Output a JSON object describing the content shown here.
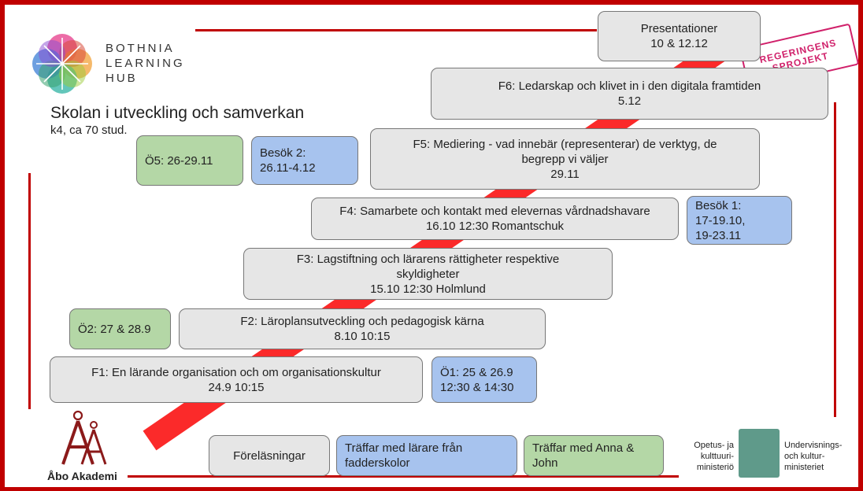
{
  "logo": {
    "lines": [
      "BOTHNIA",
      "LEARNING",
      "HUB"
    ]
  },
  "title": "Skolan i utveckling och samverkan",
  "subtitle": "k4, ca 70 stud.",
  "stamp": {
    "line1": "REGERINGENS",
    "line2": "SPROJEKT"
  },
  "sessions": {
    "presentationer": [
      "Presentationer",
      "10 & 12.12"
    ],
    "f6": [
      "F6: Ledarskap och klivet in i den digitala framtiden",
      "5.12"
    ],
    "f5": [
      "F5: Mediering - vad innebär (representerar) de verktyg, de",
      "begrepp vi väljer",
      "29.11"
    ],
    "f4": [
      "F4: Samarbete och kontakt med elevernas vårdnadshavare",
      "16.10 12:30 Romantschuk"
    ],
    "f3": [
      "F3: Lagstiftning och lärarens rättigheter respektive",
      "skyldigheter",
      "15.10 12:30 Holmlund"
    ],
    "f2": [
      "F2: Läroplansutveckling och pedagogisk kärna",
      "8.10 10:15"
    ],
    "f1": [
      "F1: En lärande organisation och om organisationskultur",
      "24.9 10:15"
    ]
  },
  "visits": {
    "besok2": [
      "Besök 2:",
      "26.11-4.12"
    ],
    "besok1": [
      "Besök 1:",
      "17-19.10,",
      "19-23.11"
    ],
    "o1": [
      "Ö1: 25 & 26.9",
      "12:30 & 14:30"
    ]
  },
  "exercises": {
    "o5": [
      "Ö5: 26-29.11"
    ],
    "o2": [
      "Ö2: 27 & 28.9"
    ]
  },
  "legend": {
    "lectures": "Föreläsningar",
    "teachers": [
      "Träffar med lärare från",
      "fadderskolor"
    ],
    "anna": [
      "Träffar med Anna &",
      "John"
    ]
  },
  "abo": "Åbo Akademi",
  "ministry_fi": [
    "Opetus- ja",
    "kulttuuri-",
    "ministeriö"
  ],
  "ministry_sv": [
    "Undervisnings-",
    "och kultur-",
    "ministeriet"
  ],
  "colors": {
    "frame": "#c00000",
    "ribbon": "#fb2a2a",
    "grey": "#e6e6e6",
    "blue": "#a7c3ee",
    "green": "#b4d7a6",
    "stamp": "#d0206a"
  }
}
